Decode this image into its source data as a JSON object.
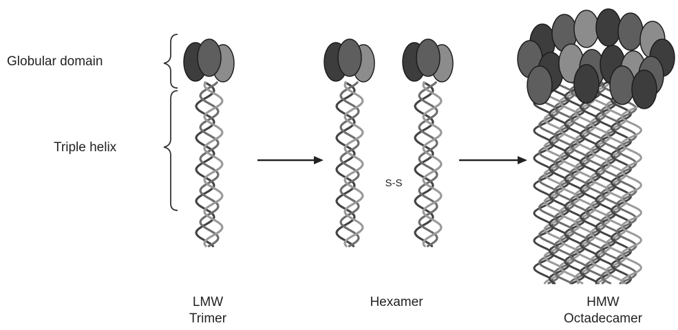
{
  "labels": {
    "globular_domain": "Globular domain",
    "triple_helix": "Triple helix",
    "disulfide": "S-S"
  },
  "stages": [
    {
      "line1": "LMW",
      "line2": "Trimer"
    },
    {
      "line1": "Hexamer",
      "line2": ""
    },
    {
      "line1": "HMW",
      "line2": "Octadecamer"
    }
  ],
  "colors": {
    "head_dark": "#3d3d3d",
    "head_mid": "#5e5e5e",
    "head_light": "#8c8c8c",
    "strand_dark": "#444444",
    "strand_mid": "#6e6e6e",
    "strand_light": "#9a9a9a",
    "arrow": "#222222",
    "bracket": "#333333"
  }
}
